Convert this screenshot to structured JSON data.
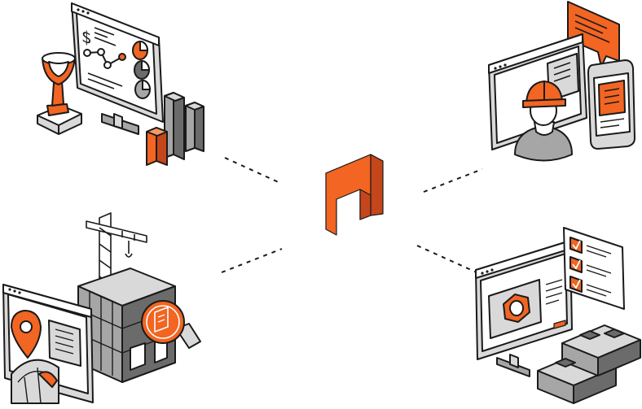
{
  "colors": {
    "accent": "#f26522",
    "accent_dark": "#c4461a",
    "outline": "#1a1a1a",
    "gray_light": "#d9d9d9",
    "gray_mid": "#a6a6a6",
    "gray_dark": "#6b6b6b",
    "background": "#ffffff"
  },
  "center_logo": {
    "name": "brand-logo",
    "color": "#f26522"
  },
  "illustrations": [
    {
      "name": "business-analytics-illustration",
      "icons": [
        "monitor-icon",
        "dollar-icon",
        "line-chart-icon",
        "pie-chart-icon",
        "trophy-icon",
        "bar-chart-icon"
      ]
    },
    {
      "name": "field-worker-illustration",
      "icons": [
        "monitor-icon",
        "worker-avatar-icon",
        "hard-hat-icon",
        "chat-bubble-icon",
        "tablet-icon"
      ]
    },
    {
      "name": "construction-site-illustration",
      "icons": [
        "crane-icon",
        "building-icon",
        "magnifier-icon",
        "browser-window-icon",
        "map-pin-icon",
        "globe-icon"
      ]
    },
    {
      "name": "inventory-checklist-illustration",
      "icons": [
        "monitor-icon",
        "hex-nut-icon",
        "checklist-icon",
        "cinder-block-icon"
      ]
    }
  ]
}
